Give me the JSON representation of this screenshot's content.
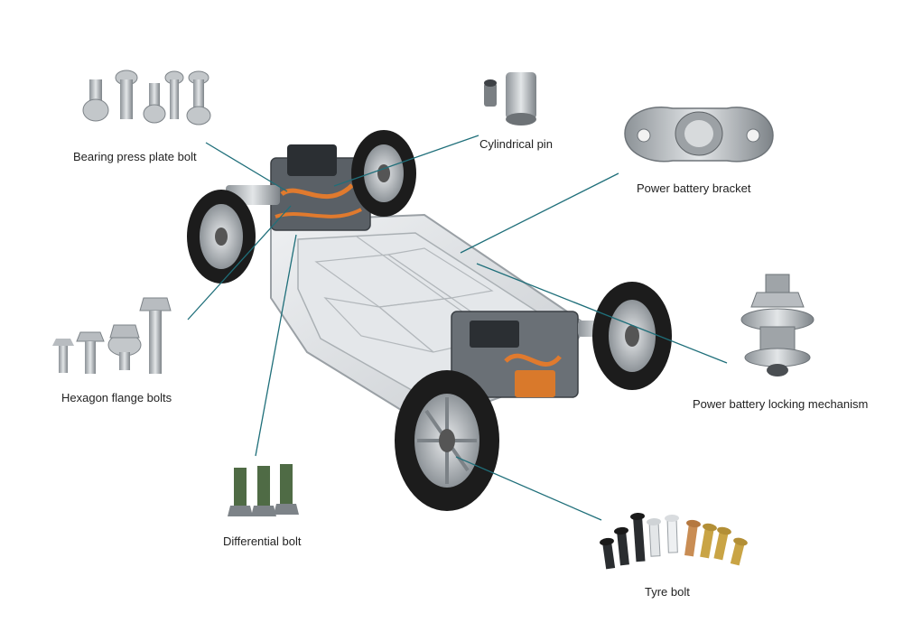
{
  "labels": {
    "bearing_press_plate_bolt": "Bearing press plate bolt",
    "cylindrical_pin": "Cylindrical pin",
    "power_battery_bracket": "Power battery bracket",
    "hexagon_flange_bolts": "Hexagon flange bolts",
    "power_battery_locking_mechanism": "Power battery locking mechanism",
    "differential_bolt": "Differential bolt",
    "tyre_bolt": "Tyre bolt"
  },
  "colors": {
    "leader_line": "#1f6f7a",
    "battery_tray": "#dcdfe2",
    "motor_accent": "#e07a2e",
    "tyre": "#1c1c1c",
    "rim": "#b9bec3",
    "bolt_metal": "#aeb3b8",
    "bolt_green": "#4f6b45",
    "bolt_gold": "#c9a445"
  }
}
